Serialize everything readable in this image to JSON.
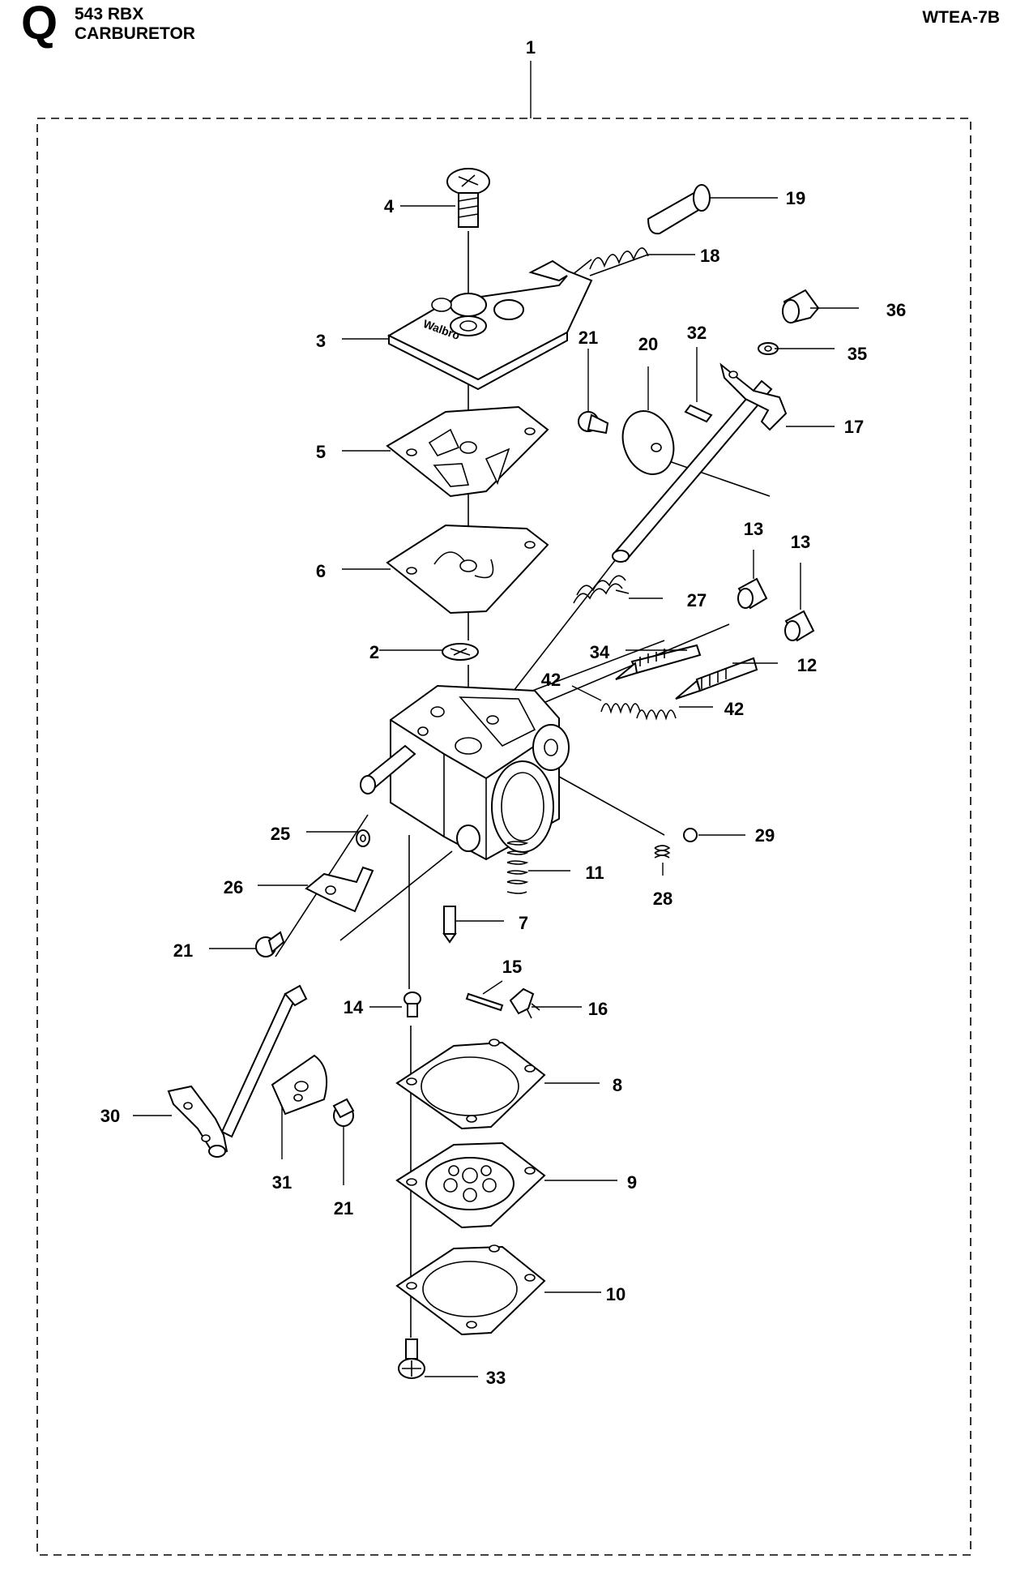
{
  "header": {
    "section_letter": "Q",
    "model": "543 RBX",
    "title": "CARBURETOR",
    "drawing_code": "WTEA-7B"
  },
  "diagram": {
    "logo_text": "Walbro",
    "callouts": {
      "c1": "1",
      "c2": "2",
      "c3": "3",
      "c4": "4",
      "c5": "5",
      "c6": "6",
      "c7": "7",
      "c8": "8",
      "c9": "9",
      "c10": "10",
      "c11": "11",
      "c12": "12",
      "c13a": "13",
      "c13b": "13",
      "c14": "14",
      "c15": "15",
      "c16": "16",
      "c17": "17",
      "c18": "18",
      "c19": "19",
      "c20": "20",
      "c21a": "21",
      "c21b": "21",
      "c21c": "21",
      "c25": "25",
      "c26": "26",
      "c27": "27",
      "c28": "28",
      "c29": "29",
      "c30": "30",
      "c31": "31",
      "c32": "32",
      "c33": "33",
      "c34": "34",
      "c35": "35",
      "c36": "36",
      "c42a": "42",
      "c42b": "42"
    }
  }
}
